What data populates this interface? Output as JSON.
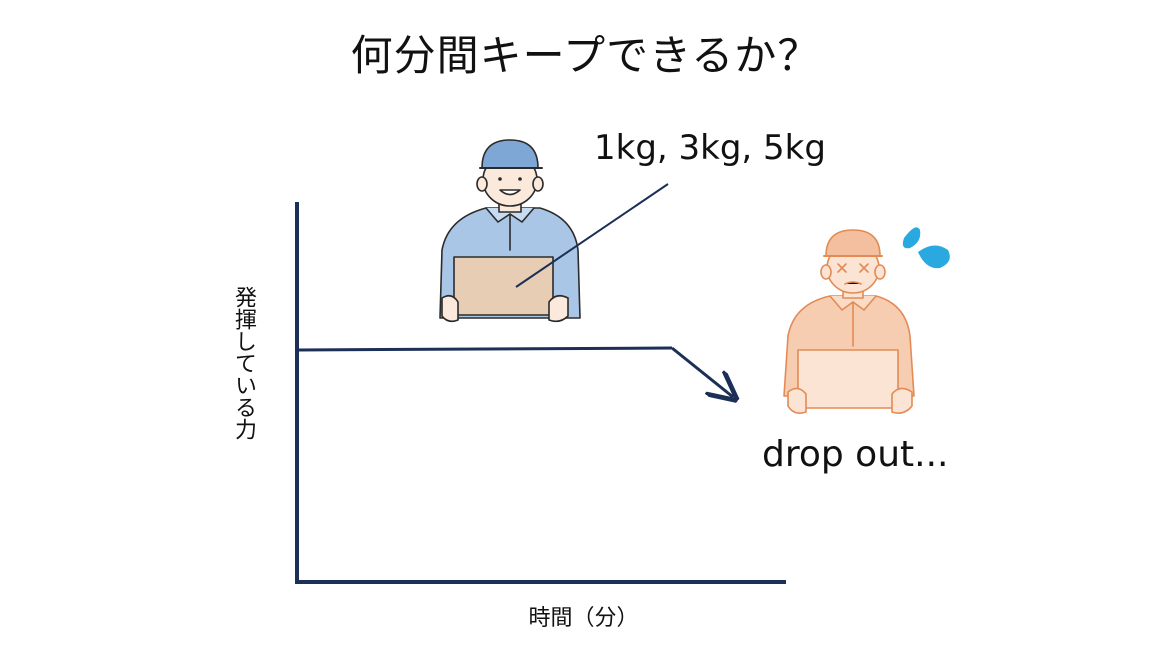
{
  "title": "何分間キープできるか？",
  "weights_label": "1kg, 3kg, 5kg",
  "dropout_label": "drop out...",
  "axes": {
    "y_label": "発揮している力",
    "x_label": "時間（分）"
  },
  "colors": {
    "axis": "#1c2f57",
    "worker_blue": "#a9c6e6",
    "worker_orange": "#f3bf9e",
    "box": "#e7cdb3",
    "sweat": "#29a9df"
  },
  "icons": [
    "worker-holding-box-icon",
    "tired-worker-icon",
    "sweat-drops-icon"
  ]
}
